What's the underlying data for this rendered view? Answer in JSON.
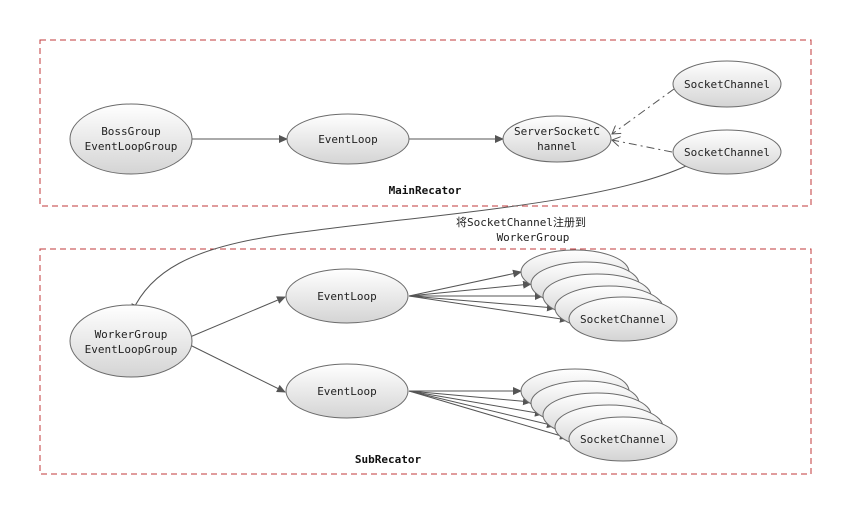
{
  "regions": {
    "main": "MainRecator",
    "sub": "SubRecator"
  },
  "nodes": {
    "boss_group": [
      "BossGroup",
      "EventLoopGroup"
    ],
    "main_event_loop": "EventLoop",
    "server_socket_channel": [
      "ServerSocketC",
      "hannel"
    ],
    "socket_channel_1": "SocketChannel",
    "socket_channel_2": "SocketChannel",
    "worker_group": [
      "WorkerGroup",
      "EventLoopGroup"
    ],
    "sub_event_loop_1": "EventLoop",
    "sub_event_loop_2": "EventLoop",
    "sub_socket_channel_1": "SocketChannel",
    "sub_socket_channel_2": "SocketChannel"
  },
  "annotations": {
    "register_note": [
      "将SocketChannel注册到",
      "WorkerGroup"
    ]
  },
  "colors": {
    "region_border": "#c0393b",
    "node_fill_light": "#ffffff",
    "node_fill_dark": "#d9d9d9",
    "edge": "#555555"
  }
}
